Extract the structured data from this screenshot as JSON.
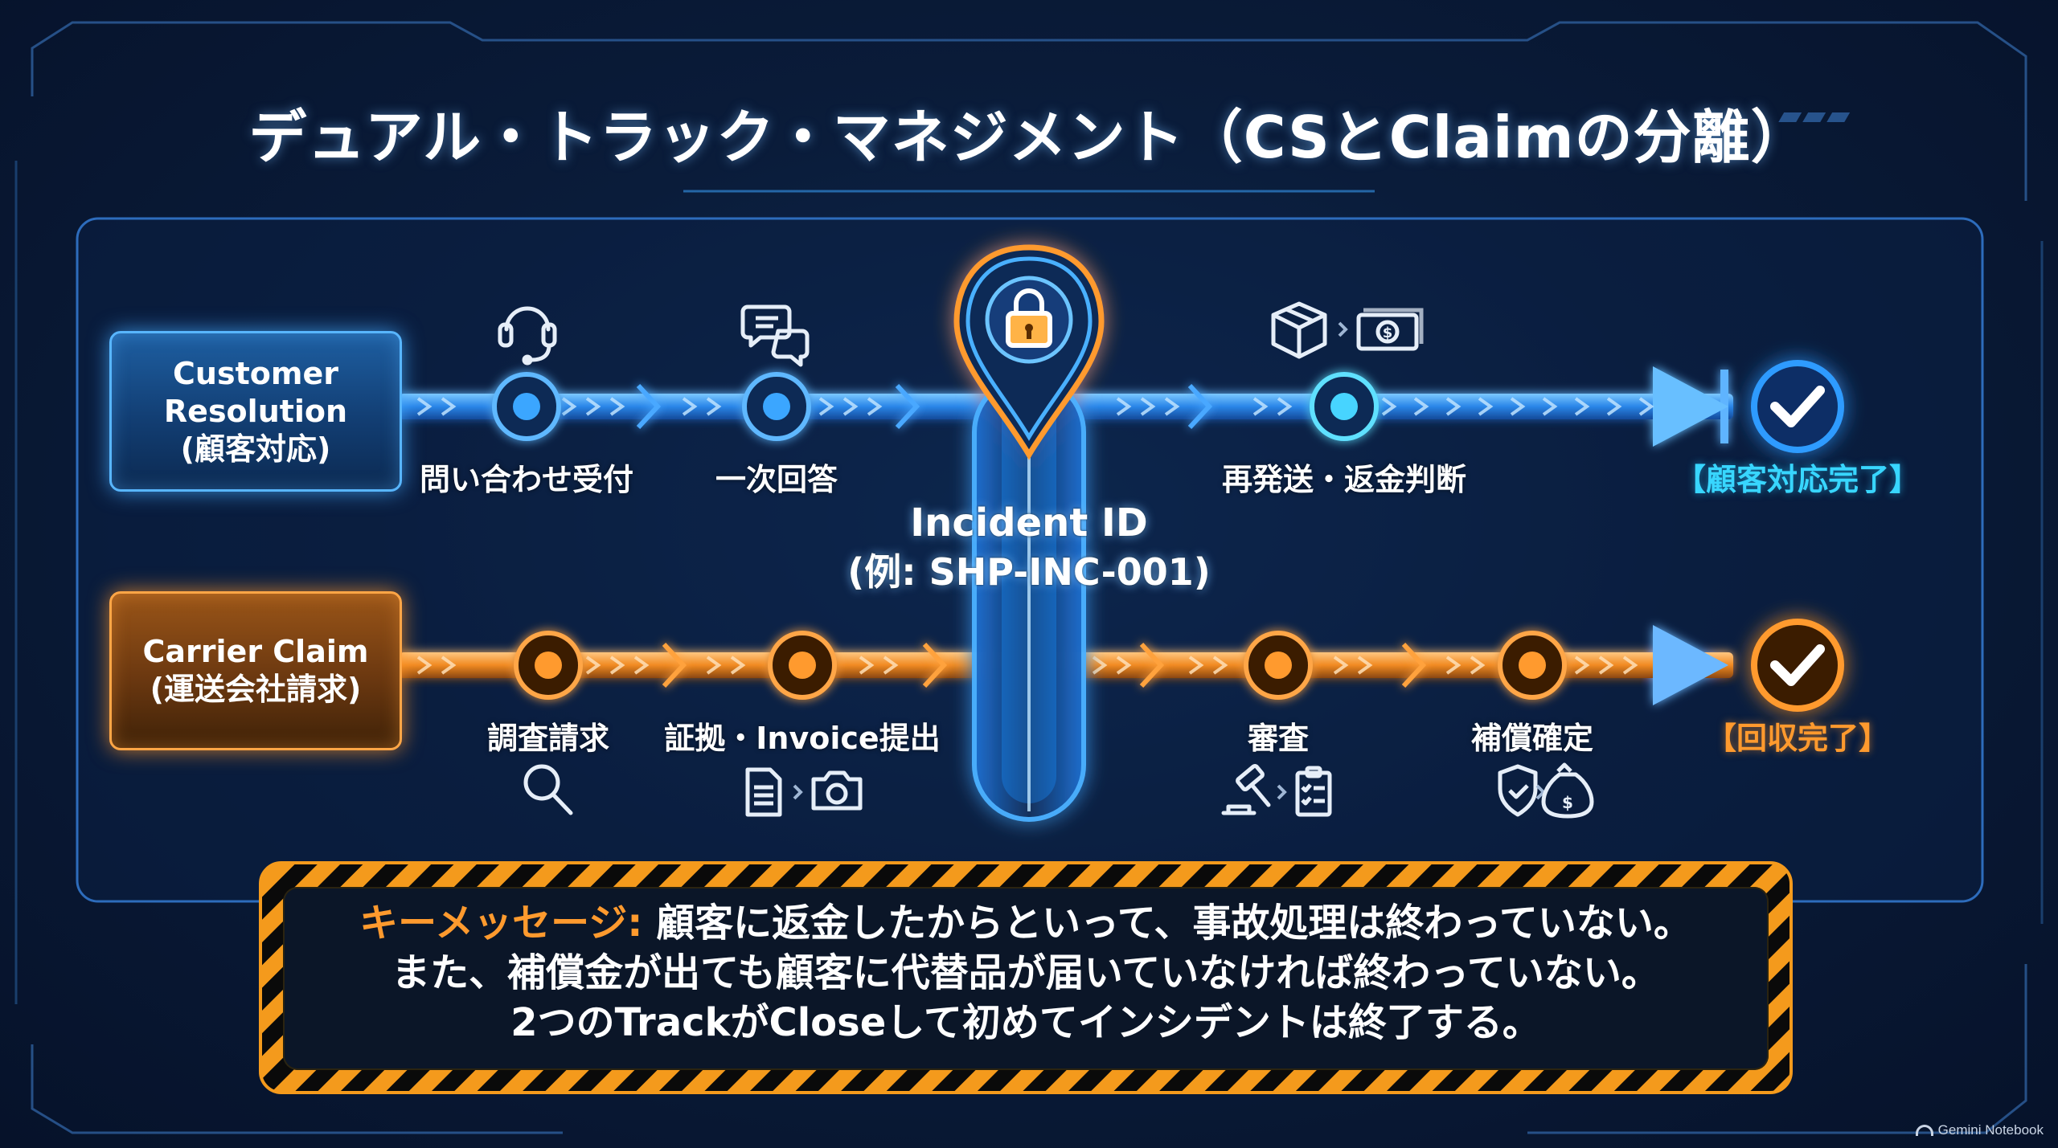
{
  "title": "デュアル・トラック・マネジメント（CSとClaimの分離）",
  "cs_track": {
    "label_line1": "Customer",
    "label_line2": "Resolution",
    "label_line3": "(顧客対応)",
    "steps": [
      "問い合わせ受付",
      "一次回答",
      "再発送・返金判断"
    ],
    "completion": "【顧客対応完了】",
    "icons": [
      "headset-icon",
      "chat-bubbles-icon",
      "package-icon",
      "money-icon",
      "checkmark-icon"
    ],
    "color": "#2e9bff"
  },
  "carrier_track": {
    "label_line1": "Carrier Claim",
    "label_line2": "(運送会社請求)",
    "steps": [
      "調査請求",
      "証拠・Invoice提出",
      "審査",
      "補償確定"
    ],
    "completion": "【回収完了】",
    "icons": [
      "magnifier-icon",
      "document-icon",
      "camera-icon",
      "gavel-icon",
      "clipboard-icon",
      "shield-icon",
      "money-bag-icon",
      "checkmark-icon"
    ],
    "color": "#ff9a2e"
  },
  "incident": {
    "line1": "Incident ID",
    "line2": "(例: SHP-INC-001)",
    "icon": "padlock-icon"
  },
  "message": {
    "key_label": "キーメッセージ:",
    "line1_rest": " 顧客に返金したからといって、事故処理は終わっていない。",
    "line2": "また、補償金が出ても顧客に代替品が届いていなければ終わっていない。",
    "line3": "2つのTrackがCloseして初めてインシデントは終了する。"
  },
  "footer": "Gemini Notebook"
}
